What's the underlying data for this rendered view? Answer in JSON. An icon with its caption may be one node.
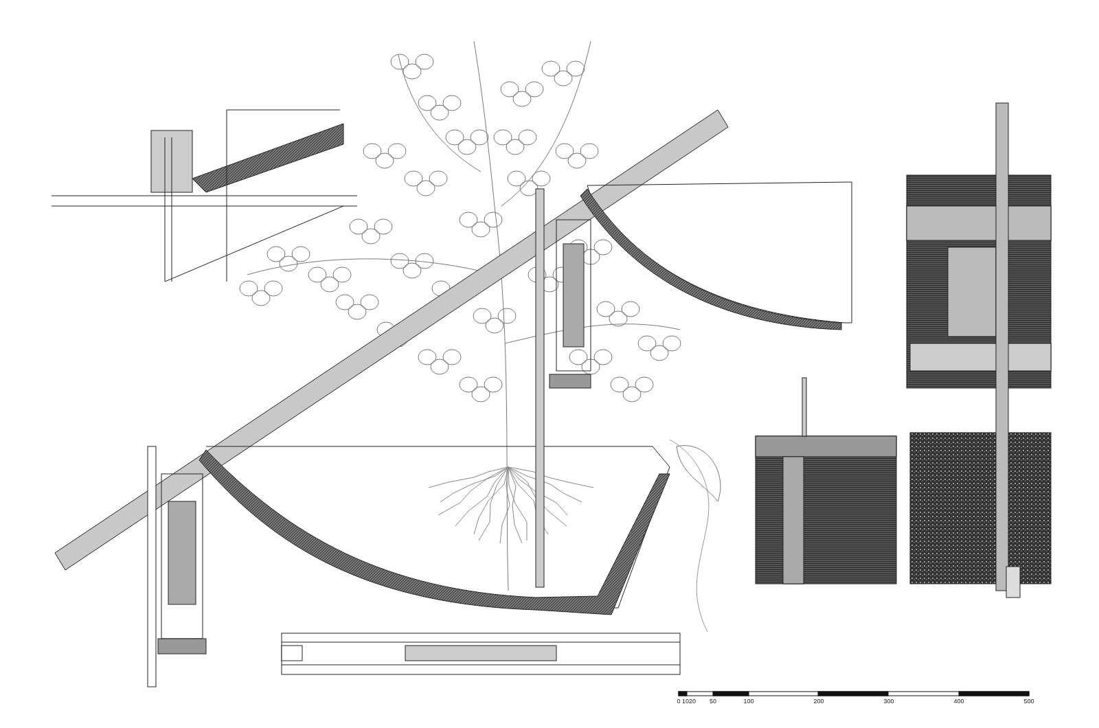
{
  "diagram": {
    "labels": [
      "0",
      "10",
      "20",
      "50",
      "100",
      "200",
      "300",
      "400",
      "500"
    ]
  }
}
